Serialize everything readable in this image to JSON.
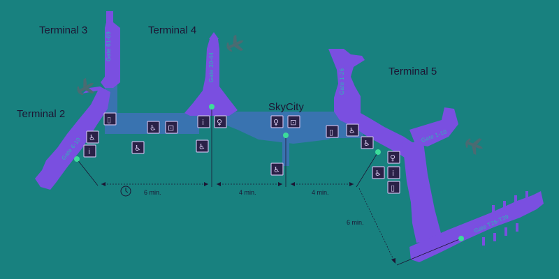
{
  "map": {
    "terminals": [
      {
        "id": "t2",
        "label": "Terminal 2"
      },
      {
        "id": "t3",
        "label": "Terminal 3"
      },
      {
        "id": "t4",
        "label": "Terminal 4"
      },
      {
        "id": "t5",
        "label": "Terminal 5"
      }
    ],
    "skycity": {
      "label": "SkyCity"
    },
    "gates": [
      {
        "id": "g-t2",
        "label": "Gate 6-10"
      },
      {
        "id": "g-t3",
        "label": "Gate 61-69"
      },
      {
        "id": "g-t4",
        "label": "Gate 30-44"
      },
      {
        "id": "g-t5a",
        "label": "Gate 1-26"
      },
      {
        "id": "g-t5b",
        "label": "Gate 1-10"
      },
      {
        "id": "g-t5c",
        "label": "Gate T26-T39"
      }
    ],
    "walk_times": [
      {
        "id": "w1",
        "label": "6 min."
      },
      {
        "id": "w2",
        "label": "4 min."
      },
      {
        "id": "w3",
        "label": "4 min."
      },
      {
        "id": "w4",
        "label": "6 min."
      }
    ],
    "icons": {
      "info": "info-icon",
      "accessible": "wheelchair-icon",
      "restroom": "restroom-icon",
      "elevator": "elevator-icon",
      "plane": "airplane-icon",
      "clock": "clock-icon"
    },
    "colors": {
      "background": "#18817f",
      "terminal": "#7a4fe0",
      "walkway": "#3b73b3",
      "location_dot": "#3cdc9a",
      "text": "#1d1533",
      "gate_text": "#2fb5b9",
      "plane": "#4a6b72"
    }
  }
}
